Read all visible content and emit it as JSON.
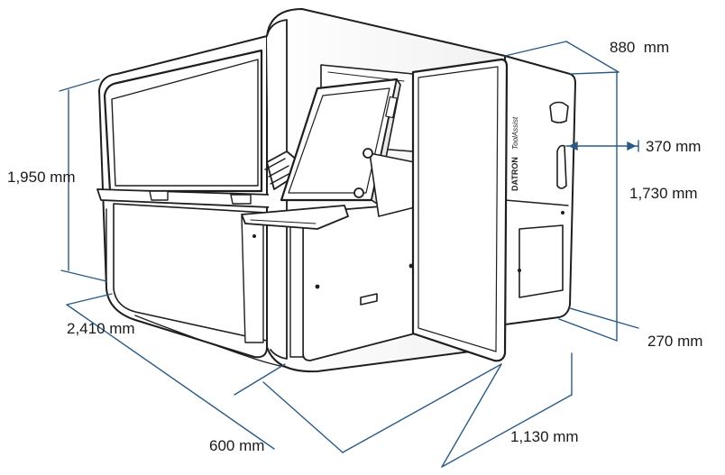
{
  "dimensions": {
    "height_total": "1,950 mm",
    "depth_top": "880  mm",
    "panel_offset": "370 mm",
    "height_side": "1,730 mm",
    "foot_offset": "270 mm",
    "length_left": "2,410 mm",
    "front_width": "600 mm",
    "cabinet_width": "1,130 mm"
  },
  "machine": {
    "brand": "DATRON",
    "product": "ToolAssist"
  },
  "colors": {
    "dimension_line": "#2a5a86",
    "outline": "#1e1e1e",
    "text": "#1a1a1a"
  }
}
